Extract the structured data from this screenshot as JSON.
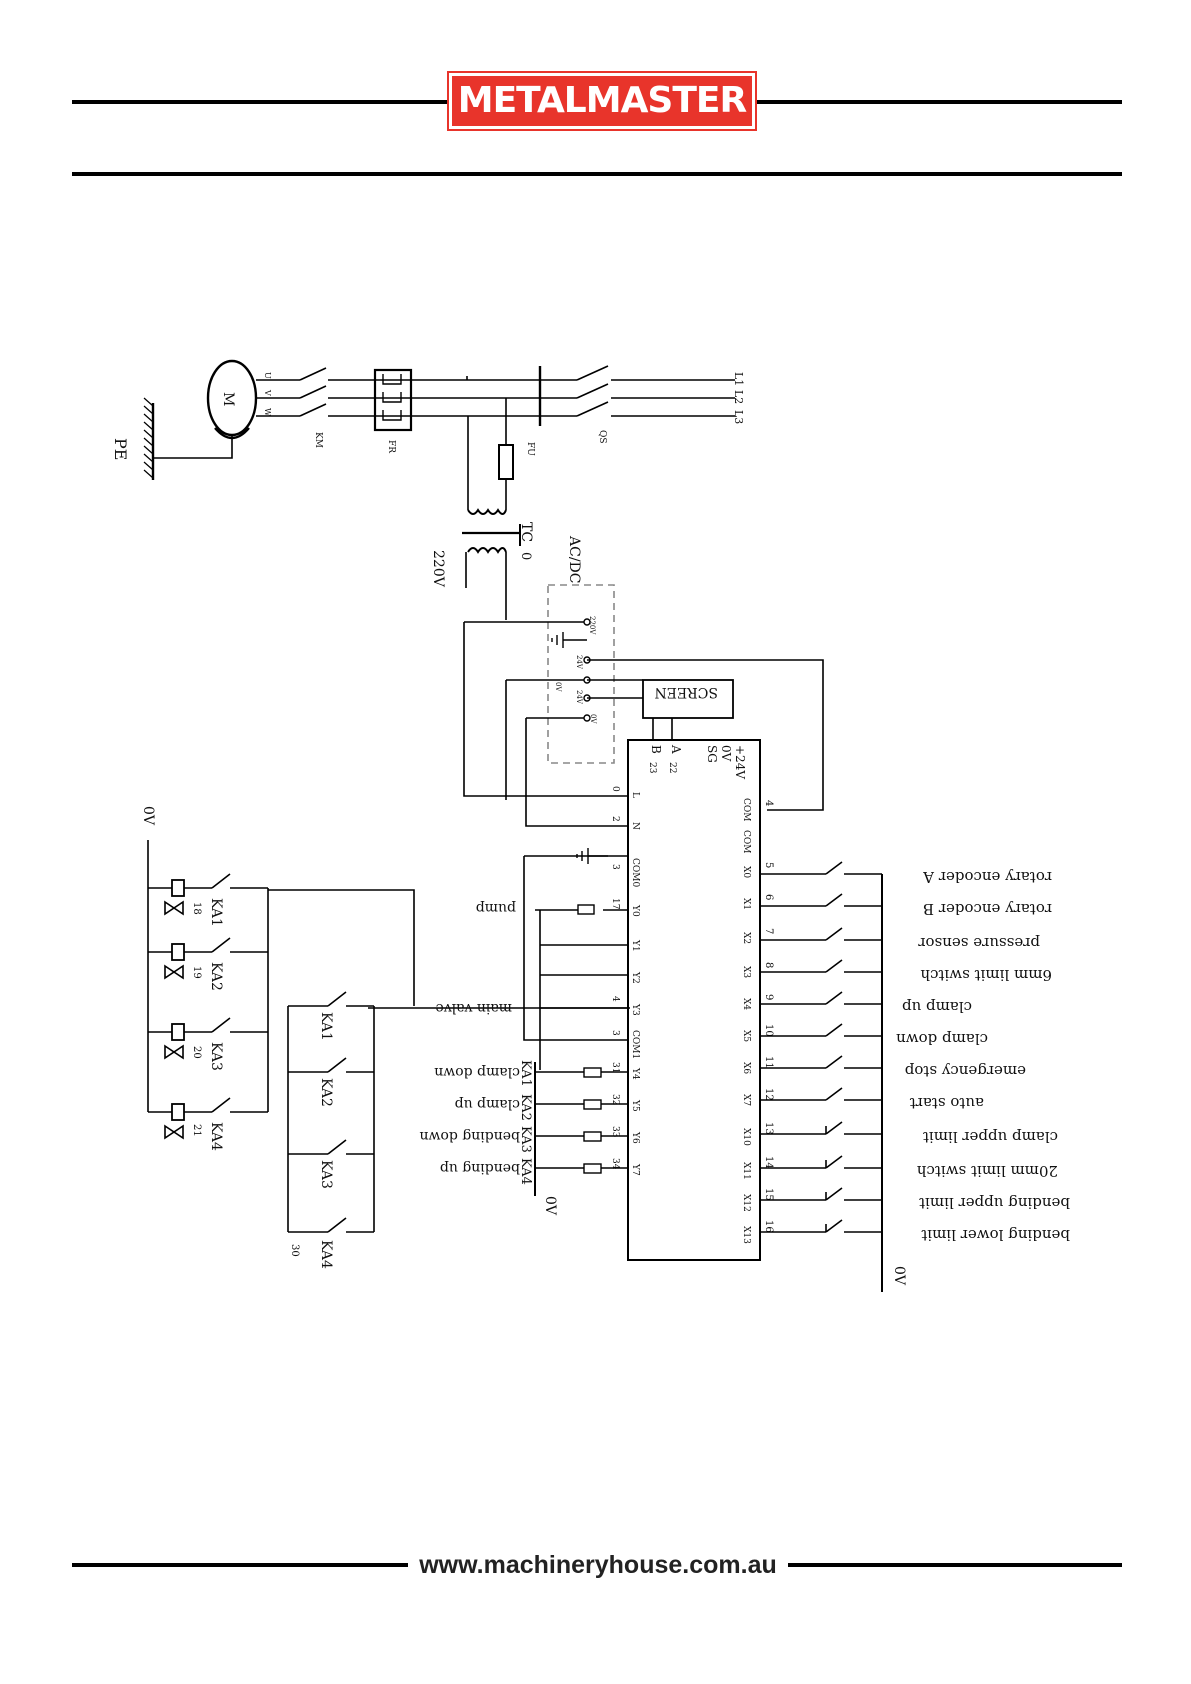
{
  "header": {
    "brand": "METALMASTER",
    "brand_color": "#e8342b"
  },
  "footer": {
    "url": "www.machineryhouse.com.au"
  },
  "diagram": {
    "power": {
      "lines": [
        "L1",
        "L2",
        "L3"
      ],
      "phase_labels": [
        "U",
        "V",
        "W"
      ],
      "contactor": "KM",
      "overload": "FR",
      "fuse": "FU",
      "switch": "QS",
      "motor": "M",
      "ground": "PE"
    },
    "transformer": {
      "label": "TC",
      "zero": "0",
      "voltage": "220V"
    },
    "psu": {
      "label": "AC/DC",
      "terminals": [
        "220V",
        "24V",
        "0V",
        "24V",
        "0V"
      ]
    },
    "screen": "SCREEN",
    "plc": {
      "top_labels": [
        "+24V",
        "0V",
        "SG",
        "A",
        "B"
      ],
      "numbers": [
        "22",
        "23"
      ],
      "left_terminals": [
        "L",
        "N",
        "COM0",
        "Y0",
        "Y1",
        "Y2",
        "Y3",
        "COM1",
        "Y4",
        "Y5",
        "Y6",
        "Y7"
      ],
      "left_numbers": [
        "0",
        "2",
        "3",
        "17",
        "4",
        "3",
        "31",
        "32",
        "33",
        "34"
      ],
      "right_terminals": [
        "COM",
        "COM",
        "X0",
        "X1",
        "X2",
        "X3",
        "X4",
        "X5",
        "X6",
        "X7",
        "X10",
        "X11",
        "X12",
        "X13"
      ],
      "right_numbers": [
        "4",
        "5",
        "6",
        "7",
        "8",
        "9",
        "10",
        "11",
        "12",
        "13",
        "14",
        "15",
        "16"
      ]
    },
    "inputs": [
      "rotary encoder A",
      "rotary encoder B",
      "pressure sensor",
      "6mm limit switch",
      "clamp up",
      "clamp down",
      "emergency stop",
      "auto start",
      "clamp upper limit",
      "20mm limit switch",
      "bending upper limit",
      "bending lower limit"
    ],
    "input_common": "0V",
    "outputs": {
      "pump": "pump",
      "main_valve": "main valve",
      "relay_loads": [
        "clamp down",
        "clamp up",
        "bending down",
        "bending up"
      ],
      "relays": [
        "KA1",
        "KA2",
        "KA3",
        "KA4"
      ],
      "common": "0V"
    },
    "relay_contacts": {
      "labels": [
        "KA1",
        "KA2",
        "KA3",
        "KA4"
      ],
      "number": "30"
    },
    "valves": {
      "labels": [
        "KA1",
        "KA2",
        "KA3",
        "KA4"
      ],
      "numbers": [
        "18",
        "19",
        "20",
        "21"
      ],
      "common": "0V"
    }
  }
}
